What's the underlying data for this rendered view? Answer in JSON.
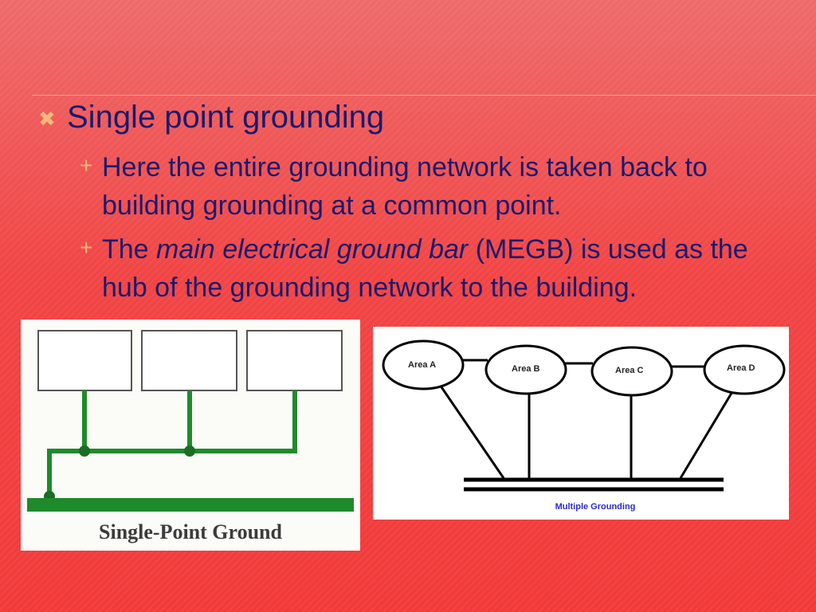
{
  "bullets": {
    "main": "Single point grounding",
    "sub1": "Here the entire grounding network is taken back to building grounding at a common point.",
    "sub2_pre": "The ",
    "sub2_em": "main electrical ground bar",
    "sub2_post": " (MEGB) is used as the hub of the grounding network to the building."
  },
  "figure_left": {
    "caption": "Single-Point Ground"
  },
  "figure_right": {
    "areas": [
      "Area A",
      "Area B",
      "Area C",
      "Area D"
    ],
    "caption": "Multiple Grounding"
  },
  "colors": {
    "text": "#1a1a6e",
    "bullet_icon": "#f4b97a",
    "ground_green": "#1f8a2a",
    "caption_blue": "#2a2ad0"
  },
  "icons": {
    "main_bullet": "cross-icon",
    "sub_bullet": "plus-icon"
  }
}
